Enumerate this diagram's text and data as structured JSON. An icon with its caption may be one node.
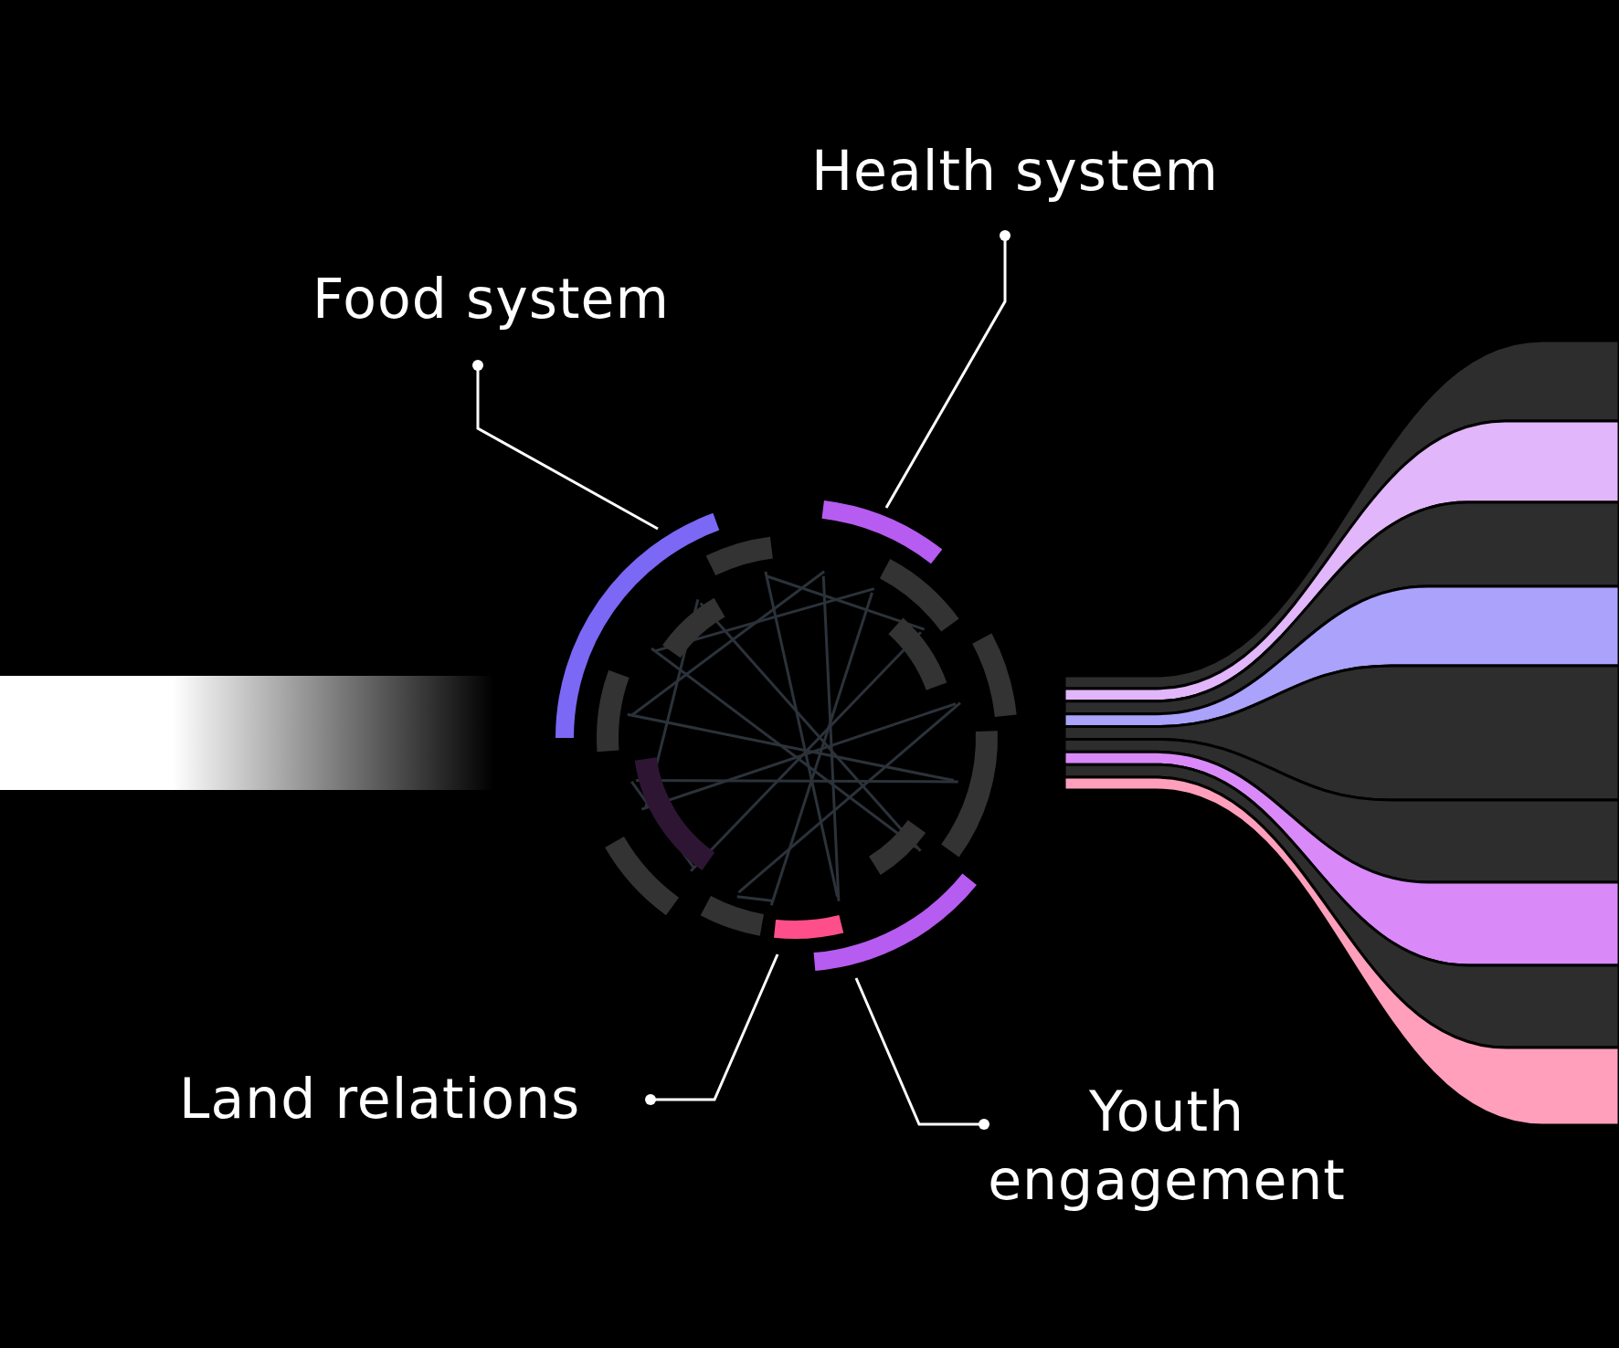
{
  "diagram": {
    "nodes": [
      {
        "text": [
          "Health system"
        ]
      },
      {
        "text": [
          "Food system"
        ]
      },
      {
        "text": [
          "Land relations"
        ]
      },
      {
        "text": [
          "Youth engagement"
        ]
      },
      {
        "text": [],
        "shape": "arc"
      },
      {
        "text": [],
        "shape": "arc"
      },
      {
        "text": [],
        "shape": "arc"
      },
      {
        "text": [],
        "shape": "arc"
      }
    ],
    "edges": [
      {
        "from": 0,
        "to": 7,
        "arrow": "other"
      },
      {
        "from": 1,
        "to": 4,
        "arrow": "other"
      },
      {
        "from": 2,
        "to": 5,
        "arrow": "other"
      },
      {
        "from": 3,
        "to": 6,
        "arrow": "other"
      }
    ]
  }
}
